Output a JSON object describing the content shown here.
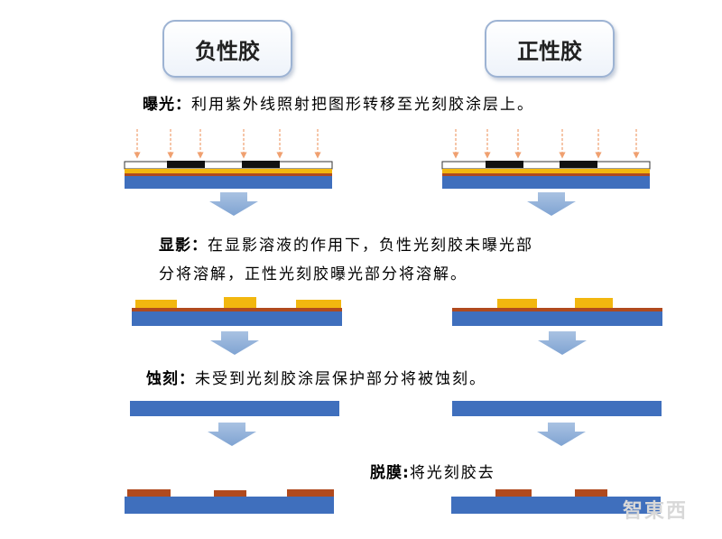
{
  "titles": {
    "negative": "负性胶",
    "positive": "正性胶"
  },
  "steps": {
    "exposure": {
      "term": "曝光",
      "sep": "：",
      "desc": "利用紫外线照射把图形转移至光刻胶涂层上。"
    },
    "develop": {
      "term": "显影",
      "sep": "：",
      "desc_line1": "在显影溶液的作用下，负性光刻胶未曝光部",
      "desc_line2": "分将溶解，正性光刻胶曝光部分将溶解。"
    },
    "etch": {
      "term": "蚀刻",
      "sep": "：",
      "desc": "未受到光刻胶涂层保护部分将被蚀刻。"
    },
    "strip": {
      "term": "脱膜",
      "sep": ":",
      "desc": "将光刻胶去"
    }
  },
  "watermark": "智東西",
  "colors": {
    "substrate": "#3f6fbd",
    "resist": "#f2b70f",
    "film": "#b04a1e",
    "mask": "#111111",
    "arrow": "#8fb0d8",
    "uv": "#f0a070"
  }
}
